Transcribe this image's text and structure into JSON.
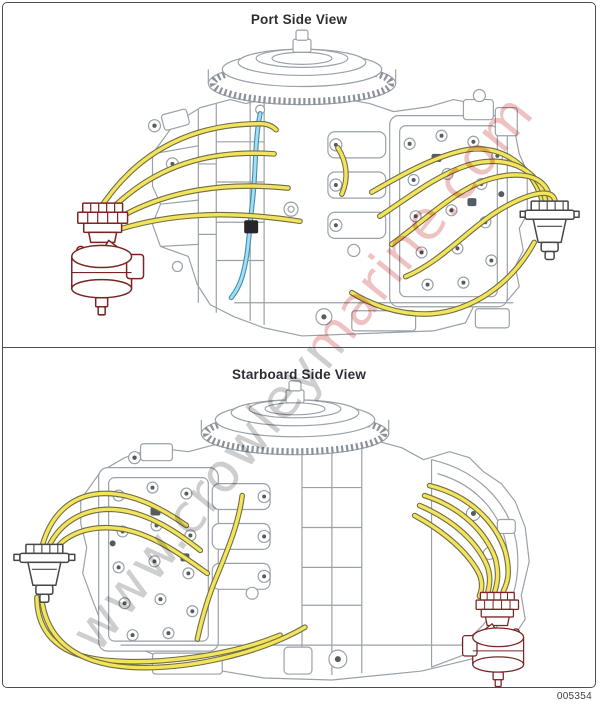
{
  "figure": {
    "number": "005354",
    "watermark": "www.crowleymarine.com"
  },
  "panels": [
    {
      "id": "port",
      "title": "Port Side View"
    },
    {
      "id": "starboard",
      "title": "Starboard Side View"
    }
  ],
  "colors": {
    "fuel_line_yellow": "#f3e45c",
    "fuel_line_outline": "#6e6e48",
    "pump_highlight_red": "#7c2424",
    "hose_highlight_blue": "#a7ddf1",
    "hose_blue_outline": "#3d8fb2",
    "engine_line_gray": "#9aa1a8",
    "connector_gray": "#46464b",
    "watermark_pink": "#eebcbc",
    "watermark_gray": "#c9c9c9",
    "frame_border": "#4f4f53"
  }
}
